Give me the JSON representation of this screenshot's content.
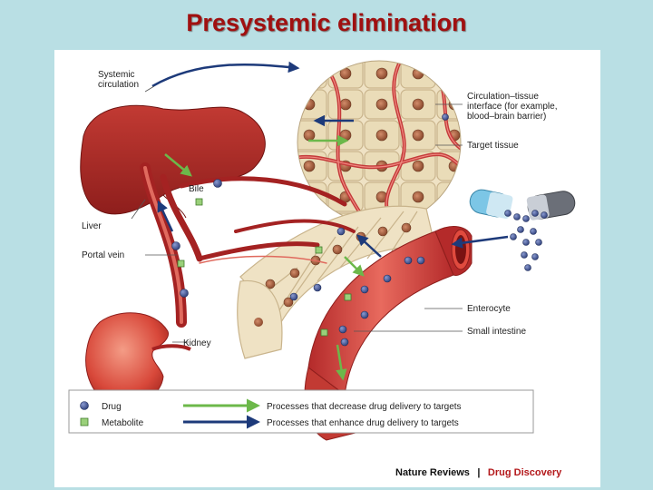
{
  "title": "Presystemic elimination",
  "labels": {
    "systemic_circulation": [
      "Systemic",
      "circulation"
    ],
    "interface": [
      "Circulation–tissue",
      "interface (for example,",
      "blood–brain barrier)"
    ],
    "target_tissue": "Target tissue",
    "bile": "Bile",
    "liver": "Liver",
    "portal_vein": "Portal vein",
    "kidney": "Kidney",
    "enterocyte": "Enterocyte",
    "small_intestine": "Small intestine"
  },
  "legend": {
    "drug": "Drug",
    "metabolite": "Metabolite",
    "decrease": "Processes that decrease drug delivery to targets",
    "enhance": "Processes that enhance drug delivery to targets"
  },
  "credit": {
    "journal": "Nature Reviews",
    "separator": "|",
    "section": "Drug Discovery"
  },
  "colors": {
    "drug": "#3d4f8c",
    "metabolite": "#7bc05a",
    "decrease_arrow": "#6cb84a",
    "enhance_arrow": "#1d3a7a",
    "tissue": "#b83232"
  }
}
